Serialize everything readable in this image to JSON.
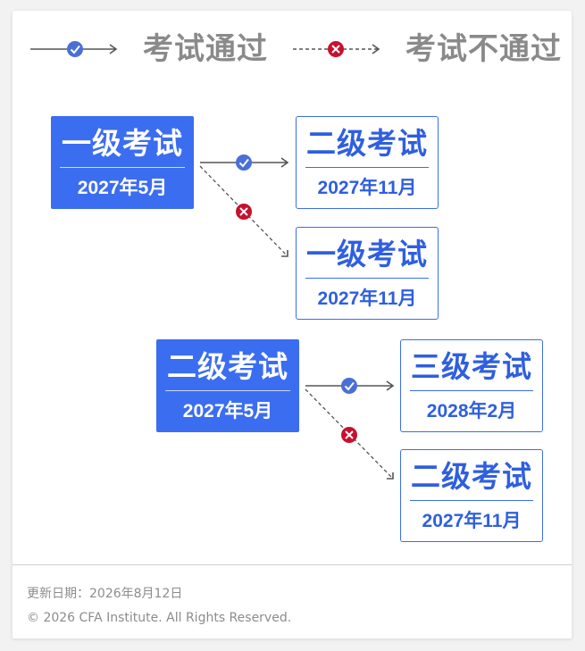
{
  "legend": {
    "pass_label": "考试通过",
    "fail_label": "考试不通过"
  },
  "colors": {
    "primary": "#3b6df0",
    "pass_marker": "#4a6fd6",
    "fail_marker": "#c8102e",
    "line": "#555555"
  },
  "groups": [
    {
      "source": {
        "title": "一级考试",
        "date": "2027年5月"
      },
      "pass": {
        "title": "二级考试",
        "date": "2027年11月"
      },
      "fail": {
        "title": "一级考试",
        "date": "2027年11月"
      }
    },
    {
      "source": {
        "title": "二级考试",
        "date": "2027年5月"
      },
      "pass": {
        "title": "三级考试",
        "date": "2028年2月"
      },
      "fail": {
        "title": "二级考试",
        "date": "2027年11月"
      }
    }
  ],
  "footer": {
    "updated": "更新日期：2026年8月12日",
    "copyright": "© 2026 CFA Institute. All Rights Reserved."
  }
}
